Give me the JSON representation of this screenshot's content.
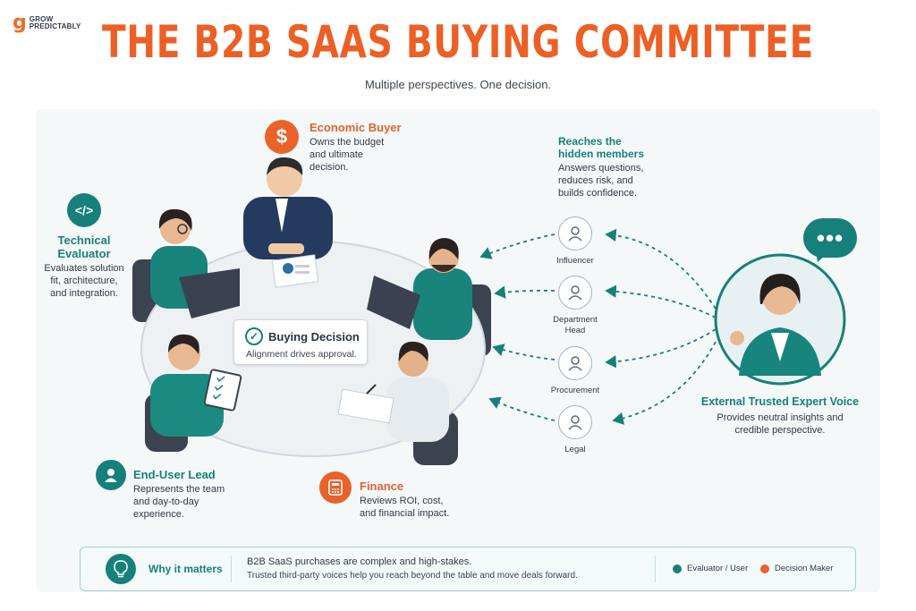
{
  "brand": {
    "logo_letter": "g",
    "logo_line1": "GROW",
    "logo_line2": "PREDICTABLY"
  },
  "title": "THE B2B SAAS BUYING COMMITTEE",
  "subtitle": "Multiple perspectives. One decision.",
  "colors": {
    "accent_orange": "#e9622a",
    "accent_teal": "#16807a"
  },
  "roles": {
    "economic_buyer": {
      "icon": "dollar-icon",
      "title": "Economic Buyer",
      "desc1": "Owns the budget",
      "desc2": "and ultimate",
      "desc3": "decision."
    },
    "technical_evaluator": {
      "icon": "code-icon",
      "title1": "Technical",
      "title2": "Evaluator",
      "desc1": "Evaluates solution",
      "desc2": "fit, architecture,",
      "desc3": "and integration."
    },
    "end_user_lead": {
      "icon": "user-icon",
      "title": "End-User Lead",
      "desc1": "Represents the team",
      "desc2": "and day-to-day",
      "desc3": "experience."
    },
    "finance": {
      "icon": "calculator-icon",
      "title": "Finance",
      "desc1": "Reviews ROI, cost,",
      "desc2": "and financial impact."
    }
  },
  "decision": {
    "icon": "check-circle-icon",
    "title": "Buying Decision",
    "desc": "Alignment drives approval."
  },
  "hidden": {
    "title1": "Reaches the",
    "title2": "hidden members",
    "desc1": "Answers questions,",
    "desc2": "reduces risk, and",
    "desc3": "builds confidence."
  },
  "members": [
    {
      "label1": "Influencer",
      "label2": ""
    },
    {
      "label1": "Department",
      "label2": "Head"
    },
    {
      "label1": "Procurement",
      "label2": ""
    },
    {
      "label1": "Legal",
      "label2": ""
    }
  ],
  "expert": {
    "title": "External Trusted Expert Voice",
    "desc1": "Provides neutral insights and",
    "desc2": "credible perspective.",
    "bubble": "•••"
  },
  "why": {
    "icon": "lightbulb-icon",
    "label": "Why it matters",
    "line1": "B2B SaaS purchases are complex and high-stakes.",
    "line2": "Trusted third-party voices help you reach beyond the table and move deals forward."
  },
  "legend": [
    {
      "label": "Evaluator / User",
      "color": "#16807a"
    },
    {
      "label": "Decision Maker",
      "color": "#e9622a"
    }
  ]
}
